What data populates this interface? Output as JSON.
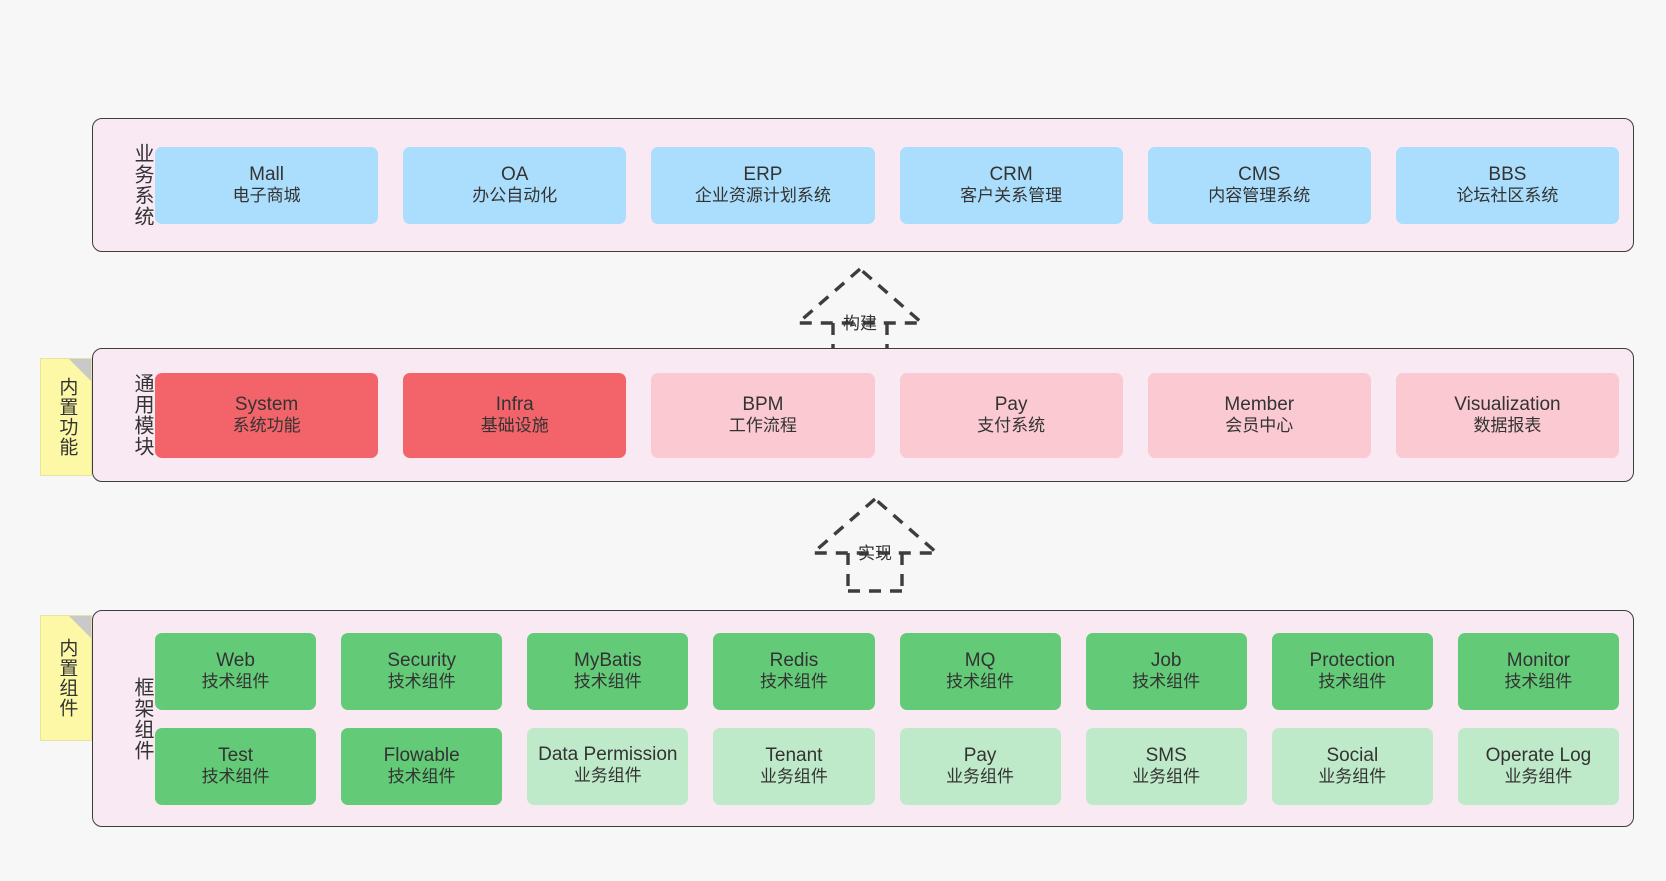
{
  "diagram": {
    "background_color": "#f7f7f7",
    "layer_fill": "#f9e9f3",
    "layer_border": "#3d3d3d"
  },
  "layers": [
    {
      "id": "business",
      "title": "业务系统",
      "rows": [
        {
          "nodes": [
            {
              "name": "Mall",
              "sub": "电子商城",
              "color": "#abdefc",
              "style": "c-blue"
            },
            {
              "name": "OA",
              "sub": "办公自动化",
              "color": "#abdefc",
              "style": "c-blue"
            },
            {
              "name": "ERP",
              "sub": "企业资源计划系统",
              "color": "#abdefc",
              "style": "c-blue"
            },
            {
              "name": "CRM",
              "sub": "客户关系管理",
              "color": "#abdefc",
              "style": "c-blue"
            },
            {
              "name": "CMS",
              "sub": "内容管理系统",
              "color": "#abdefc",
              "style": "c-blue"
            },
            {
              "name": "BBS",
              "sub": "论坛社区系统",
              "color": "#abdefc",
              "style": "c-blue"
            }
          ]
        }
      ]
    },
    {
      "id": "module",
      "title": "通用模块",
      "sticky": "内置功能",
      "rows": [
        {
          "nodes": [
            {
              "name": "System",
              "sub": "系统功能",
              "color": "#f2646a",
              "style": "c-red"
            },
            {
              "name": "Infra",
              "sub": "基础设施",
              "color": "#f2646a",
              "style": "c-red"
            },
            {
              "name": "BPM",
              "sub": "工作流程",
              "color": "#fbc9d1",
              "style": "c-pink"
            },
            {
              "name": "Pay",
              "sub": "支付系统",
              "color": "#fbc9d1",
              "style": "c-pink"
            },
            {
              "name": "Member",
              "sub": "会员中心",
              "color": "#fbc9d1",
              "style": "c-pink"
            },
            {
              "name": "Visualization",
              "sub": "数据报表",
              "color": "#fbc9d1",
              "style": "c-pink"
            }
          ]
        }
      ]
    },
    {
      "id": "framework",
      "title": "框架组件",
      "sticky": "内置组件",
      "rows": [
        {
          "nodes": [
            {
              "name": "Web",
              "sub": "技术组件",
              "color": "#63ca77",
              "style": "c-green"
            },
            {
              "name": "Security",
              "sub": "技术组件",
              "color": "#63ca77",
              "style": "c-green"
            },
            {
              "name": "MyBatis",
              "sub": "技术组件",
              "color": "#63ca77",
              "style": "c-green"
            },
            {
              "name": "Redis",
              "sub": "技术组件",
              "color": "#63ca77",
              "style": "c-green"
            },
            {
              "name": "MQ",
              "sub": "技术组件",
              "color": "#63ca77",
              "style": "c-green"
            },
            {
              "name": "Job",
              "sub": "技术组件",
              "color": "#63ca77",
              "style": "c-green"
            },
            {
              "name": "Protection",
              "sub": "技术组件",
              "color": "#63ca77",
              "style": "c-green"
            },
            {
              "name": "Monitor",
              "sub": "技术组件",
              "color": "#63ca77",
              "style": "c-green"
            }
          ]
        },
        {
          "nodes": [
            {
              "name": "Test",
              "sub": "技术组件",
              "color": "#63ca77",
              "style": "c-green"
            },
            {
              "name": "Flowable",
              "sub": "技术组件",
              "color": "#63ca77",
              "style": "c-green"
            },
            {
              "name": "Data Permission",
              "sub": "业务组件",
              "color": "#bfeac9",
              "style": "c-green-light"
            },
            {
              "name": "Tenant",
              "sub": "业务组件",
              "color": "#bfeac9",
              "style": "c-green-light"
            },
            {
              "name": "Pay",
              "sub": "业务组件",
              "color": "#bfeac9",
              "style": "c-green-light"
            },
            {
              "name": "SMS",
              "sub": "业务组件",
              "color": "#bfeac9",
              "style": "c-green-light"
            },
            {
              "name": "Social",
              "sub": "业务组件",
              "color": "#bfeac9",
              "style": "c-green-light"
            },
            {
              "name": "Operate Log",
              "sub": "业务组件",
              "color": "#bfeac9",
              "style": "c-green-light"
            }
          ]
        }
      ]
    }
  ],
  "connectors": [
    {
      "id": "build",
      "label": "构建",
      "from": "module",
      "to": "business"
    },
    {
      "id": "implement",
      "label": "实现",
      "from": "framework",
      "to": "module"
    }
  ]
}
